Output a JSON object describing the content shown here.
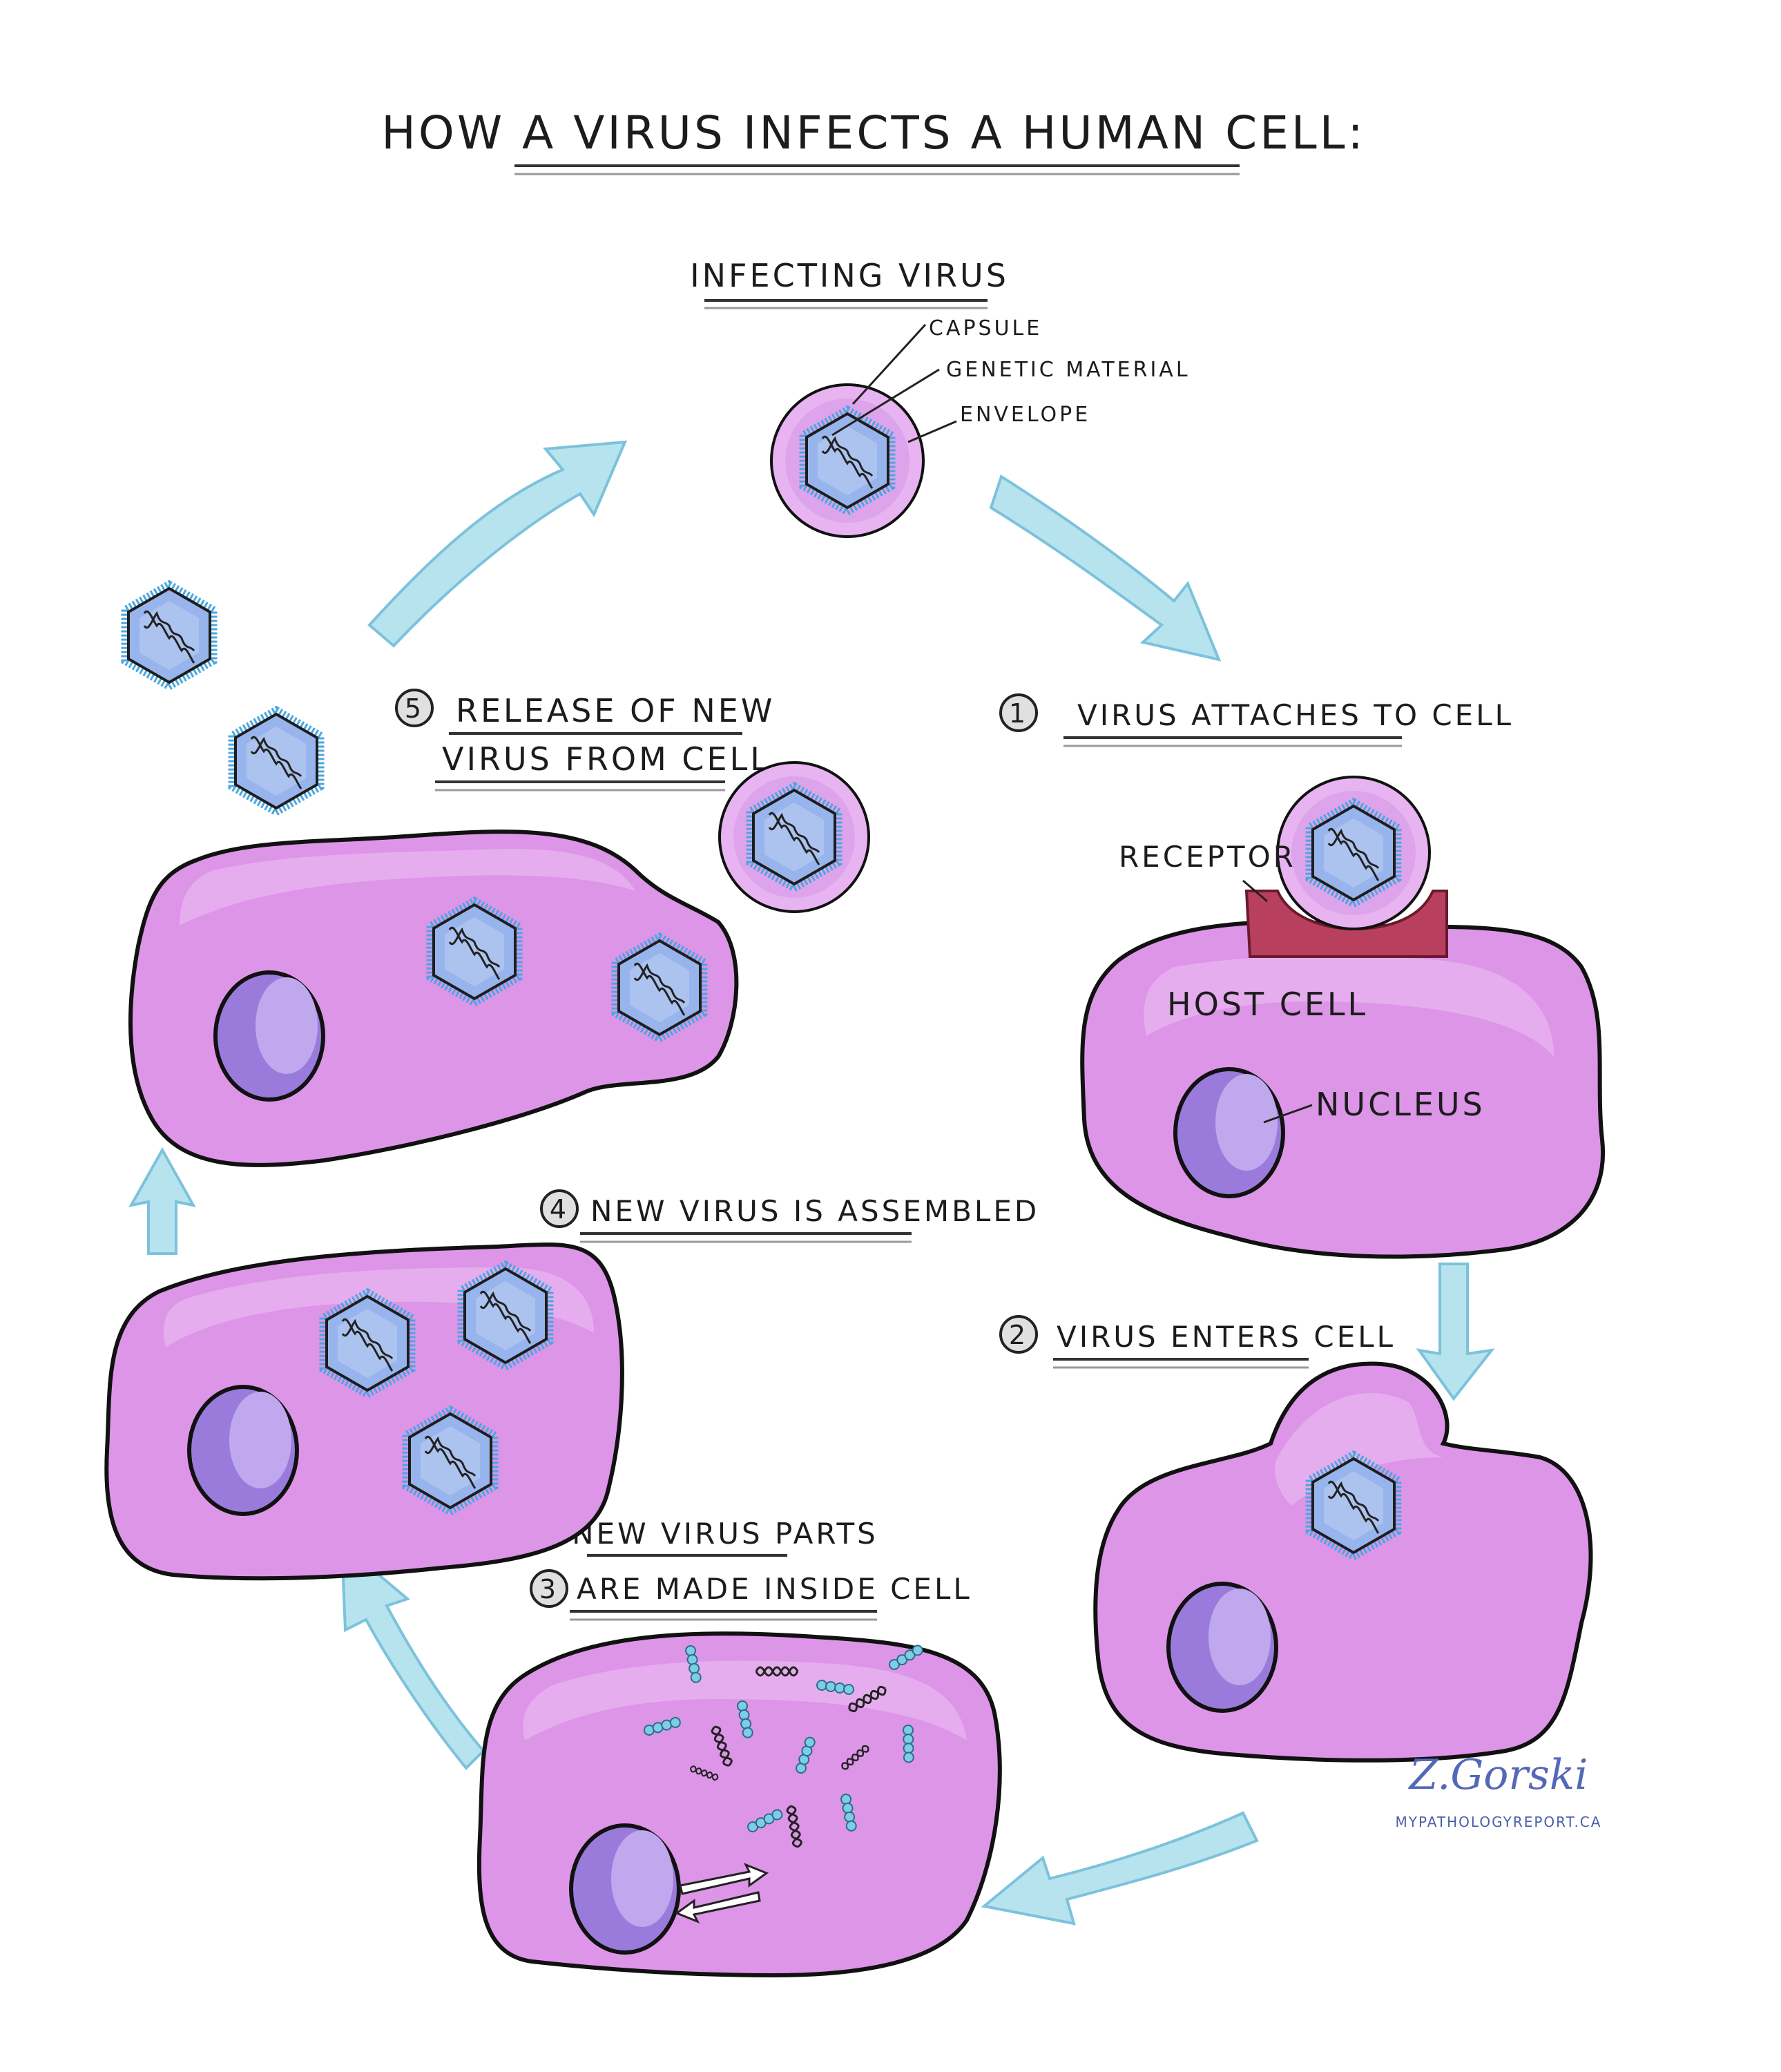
{
  "title": "HOW A VIRUS INFECTS A HUMAN CELL:",
  "infecting_virus": {
    "heading": "INFECTING VIRUS",
    "parts": {
      "capsule": "CAPSULE",
      "genetic_material": "GENETIC MATERIAL",
      "envelope": "ENVELOPE"
    }
  },
  "steps": [
    {
      "number": "1",
      "label_lines": [
        "VIRUS ATTACHES TO CELL"
      ]
    },
    {
      "number": "2",
      "label_lines": [
        "VIRUS ENTERS CELL"
      ]
    },
    {
      "number": "3",
      "label_lines": [
        "NEW VIRUS PARTS",
        "ARE MADE INSIDE CELL"
      ]
    },
    {
      "number": "4",
      "label_lines": [
        "NEW VIRUS IS ASSEMBLED"
      ]
    },
    {
      "number": "5",
      "label_lines": [
        "RELEASE OF NEW",
        "VIRUS FROM CELL"
      ]
    }
  ],
  "cell_labels": {
    "receptor": "RECEPTOR",
    "host_cell": "HOST CELL",
    "nucleus": "NUCLEUS"
  },
  "signature": {
    "name": "Z.Gorski",
    "site": "MYPATHOLOGYREPORT.CA"
  },
  "colors": {
    "cell": "#dd95e8",
    "nucleus": "#9a7bdc",
    "envelope": "#e7b4f1",
    "capsule": "#98b4ec",
    "capsule_border": "#4aa7de",
    "arrow": "#b7e3ee",
    "receptor": "#b8405e"
  }
}
